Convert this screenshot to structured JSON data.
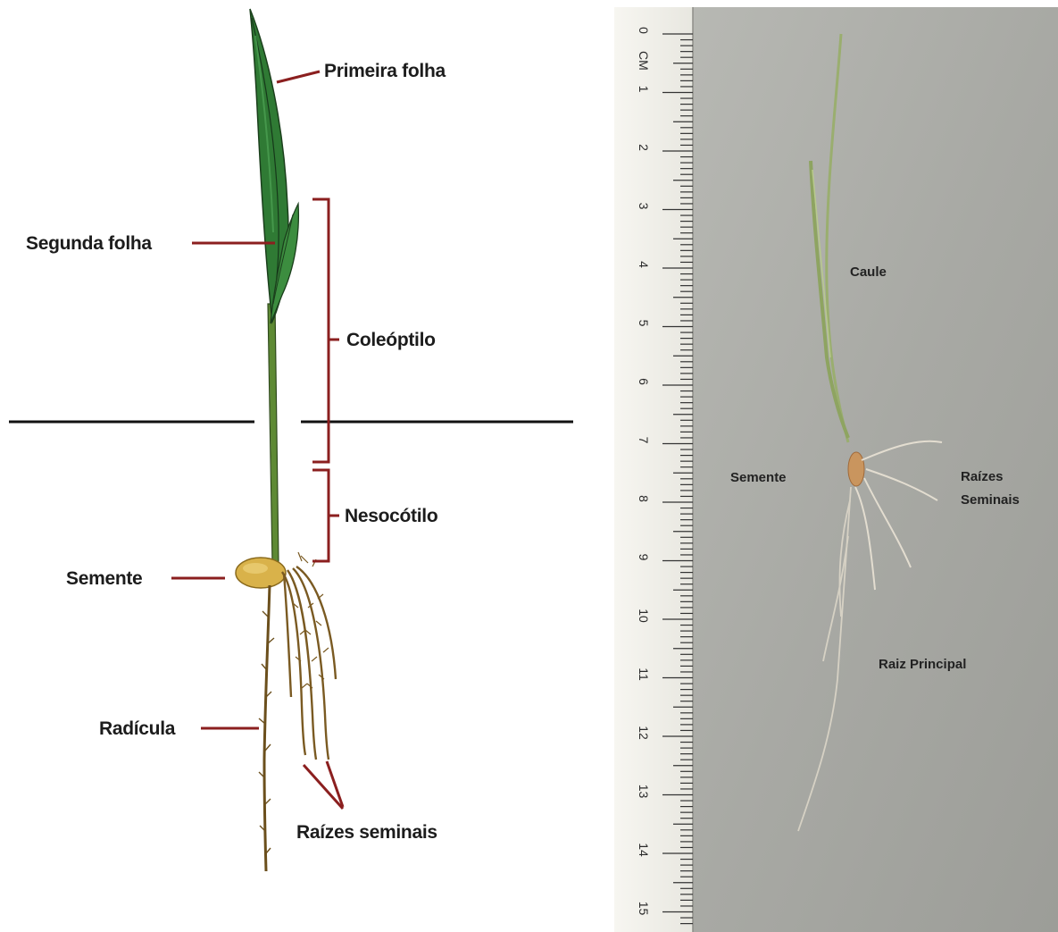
{
  "diagram": {
    "labels": {
      "primeira_folha": "Primeira folha",
      "segunda_folha": "Segunda folha",
      "coleoptilo": "Coleóptilo",
      "nesocotilo": "Nesocótilo",
      "semente": "Semente",
      "radicula": "Radícula",
      "raizes_seminais": "Raízes seminais"
    },
    "colors": {
      "leader": "#8b1f1f",
      "leaf": "#2f7a34",
      "leaf_dark": "#1f4d22",
      "stem": "#4a7a2e",
      "seed": "#d9b24a",
      "root": "#8a6a2c",
      "soil_line": "#111111"
    }
  },
  "photo": {
    "ruler": {
      "unit": "CM",
      "numbers": [
        "0",
        "1",
        "2",
        "3",
        "4",
        "5",
        "6",
        "7",
        "8",
        "9",
        "10",
        "11",
        "12",
        "13",
        "14",
        "15"
      ]
    },
    "labels": {
      "caule": "Caule",
      "semente": "Semente",
      "raizes_line1": "Raízes",
      "raizes_line2": "Seminais",
      "raiz_principal": "Raiz Principal"
    },
    "colors": {
      "background": "#a9aaa5",
      "ruler": "#f1f0ea",
      "plant": "#8fa56a",
      "seed": "#c9955e",
      "roots": "#d9d6cc"
    }
  }
}
